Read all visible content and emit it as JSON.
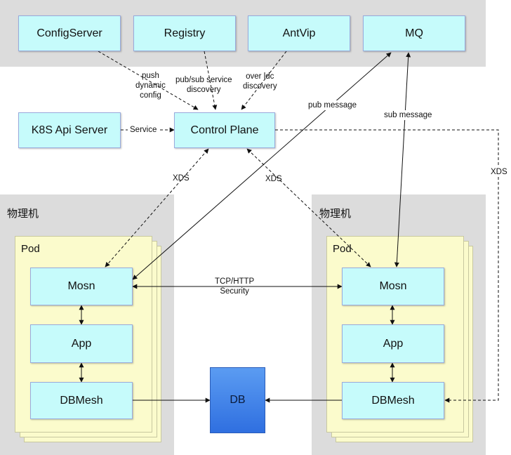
{
  "top_services": [
    "ConfigServer",
    "Registry",
    "AntVip",
    "MQ"
  ],
  "k8s": "K8S Api Server",
  "control_plane": "Control Plane",
  "region_title": "物理机",
  "pod_label": "Pod",
  "pod_nodes": [
    "Mosn",
    "App",
    "DBMesh"
  ],
  "db": "DB",
  "edge_labels": {
    "push": "push\ndynamic\nconfig",
    "pubsub": "pub/sub service\ndiscovery",
    "overldc": "over ldc\ndiscovery",
    "service": "Service",
    "pub_message": "pub message",
    "sub_message": "sub message",
    "xds": "XDS",
    "tcp": "TCP/HTTP\nSecurity"
  }
}
